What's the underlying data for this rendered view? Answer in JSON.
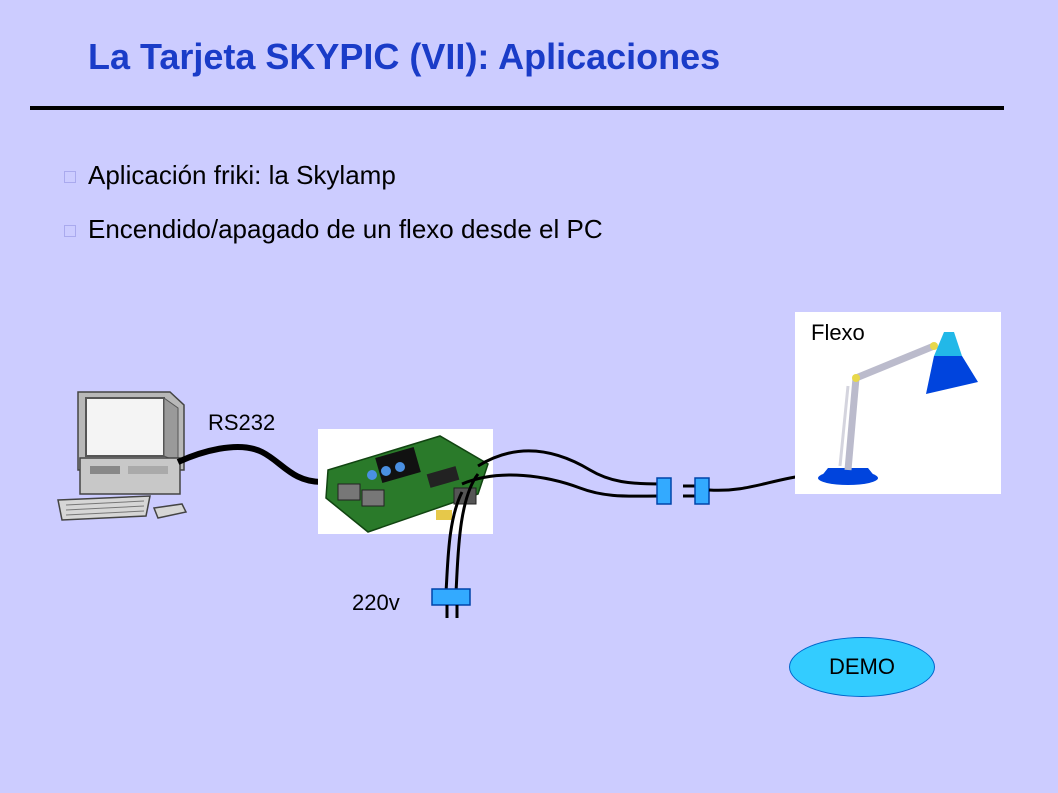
{
  "slide": {
    "title": "La Tarjeta SKYPIC (VII): Aplicaciones",
    "bullets": [
      "Aplicación friki: la Skylamp",
      "Encendido/apagado de un flexo desde el PC"
    ]
  },
  "diagram": {
    "labels": {
      "rs232": "RS232",
      "power": "220v",
      "lamp": "Flexo"
    },
    "demo_button": "DEMO"
  },
  "colors": {
    "background": "#ccccff",
    "title": "#1a3cc8",
    "plug": "#33aaff",
    "demo": "#33ccff",
    "lamp_shade": "#0044dd"
  }
}
